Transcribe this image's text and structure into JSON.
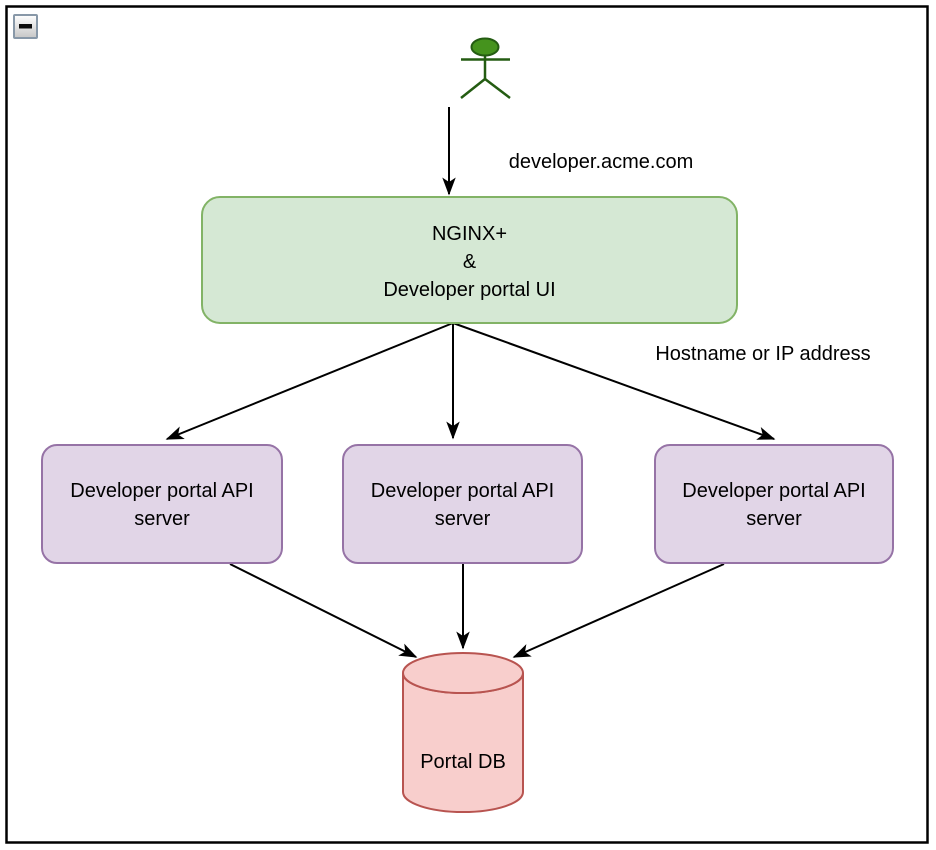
{
  "window": {
    "collapse_button": {
      "icon": "minus-icon",
      "state": "expanded"
    }
  },
  "diagram": {
    "labels": {
      "ingress_url": "developer.acme.com",
      "routing_note": "Hostname or IP address"
    },
    "actor": {
      "icon": "stick-figure-icon"
    },
    "nodes": {
      "gateway": {
        "lines": [
          "NGINX+",
          "&",
          "Developer portal UI"
        ]
      },
      "api_servers": [
        {
          "lines": [
            "Developer portal API",
            "server"
          ]
        },
        {
          "lines": [
            "Developer portal API",
            "server"
          ]
        },
        {
          "lines": [
            "Developer portal API",
            "server"
          ]
        }
      ],
      "database": {
        "label": "Portal DB"
      }
    },
    "colors": {
      "gateway_fill": "#d5e8d4",
      "gateway_stroke": "#82b366",
      "api_fill": "#e1d5e7",
      "api_stroke": "#9673a6",
      "db_fill": "#f8cecc",
      "db_stroke": "#b85450",
      "actor_fill": "#45931d",
      "actor_stroke": "#245c12",
      "arrow": "#000000",
      "frame": "#000000"
    }
  }
}
